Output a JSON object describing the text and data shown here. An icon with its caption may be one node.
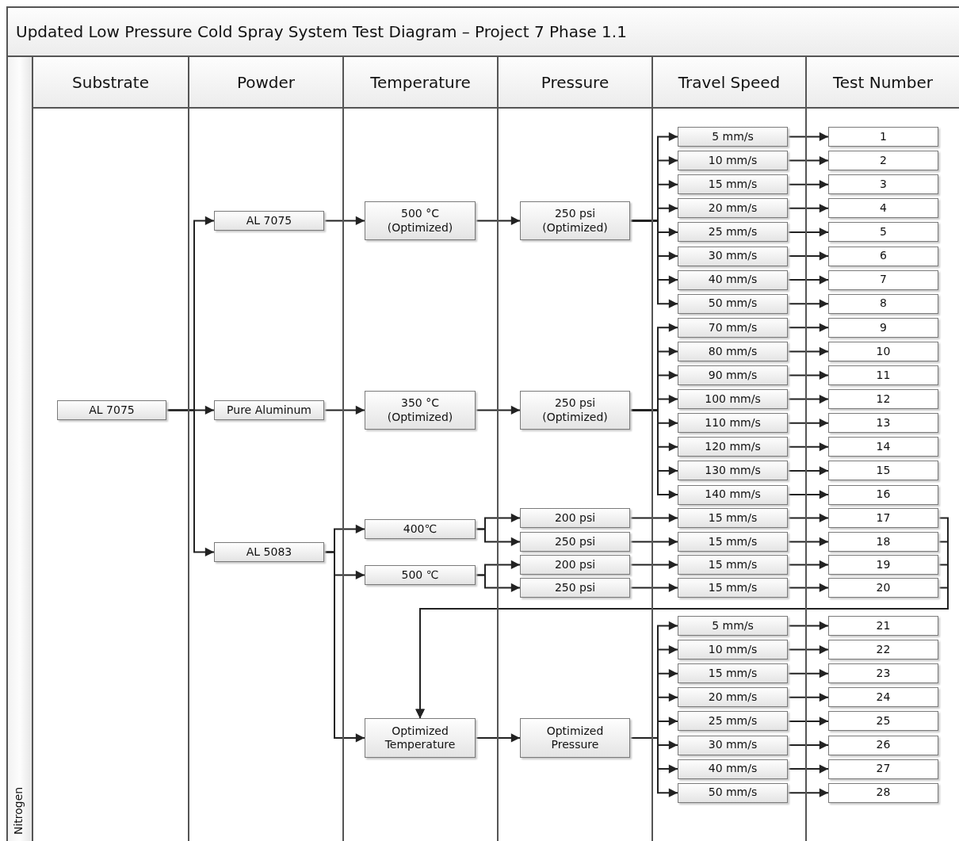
{
  "diagram": {
    "title": "Updated Low Pressure Cold Spray System Test Diagram – Project 7 Phase 1.1",
    "nodes": [
      {
        "text": [
          "Substrate"
        ]
      },
      {
        "text": [
          "Powder"
        ]
      },
      {
        "text": [
          "Temperature"
        ]
      },
      {
        "text": [
          "Pressure"
        ]
      },
      {
        "text": [
          "Travel Speed"
        ]
      },
      {
        "text": [
          "Test Number"
        ]
      },
      {
        "text": [
          "Nitrogen"
        ]
      },
      {
        "text": [
          "AL 7075"
        ]
      },
      {
        "text": [
          "AL 7075"
        ]
      },
      {
        "text": [
          "Pure Aluminum"
        ]
      },
      {
        "text": [
          "AL 5083"
        ]
      },
      {
        "text": [
          "500 °C (Optimized)"
        ]
      },
      {
        "text": [
          "350 °C (Optimized)"
        ]
      },
      {
        "text": [
          "400℃"
        ]
      },
      {
        "text": [
          "500 ℃"
        ]
      },
      {
        "text": [
          "Optimized Temperature"
        ]
      },
      {
        "text": [
          "250 psi (Optimized)"
        ]
      },
      {
        "text": [
          "250 psi (Optimized)"
        ]
      },
      {
        "text": [
          "200 psi"
        ]
      },
      {
        "text": [
          "250 psi"
        ]
      },
      {
        "text": [
          "200 psi"
        ]
      },
      {
        "text": [
          "250 psi"
        ]
      },
      {
        "text": [
          "Optimized Pressure"
        ]
      },
      {
        "text": [
          "5 mm/s"
        ]
      },
      {
        "text": [
          "10 mm/s"
        ]
      },
      {
        "text": [
          "15 mm/s"
        ]
      },
      {
        "text": [
          "20 mm/s"
        ]
      },
      {
        "text": [
          "25 mm/s"
        ]
      },
      {
        "text": [
          "30 mm/s"
        ]
      },
      {
        "text": [
          "40 mm/s"
        ]
      },
      {
        "text": [
          "50 mm/s"
        ]
      },
      {
        "text": [
          "70 mm/s"
        ]
      },
      {
        "text": [
          "80 mm/s"
        ]
      },
      {
        "text": [
          "90 mm/s"
        ]
      },
      {
        "text": [
          "100 mm/s"
        ]
      },
      {
        "text": [
          "110 mm/s"
        ]
      },
      {
        "text": [
          "120 mm/s"
        ]
      },
      {
        "text": [
          "130 mm/s"
        ]
      },
      {
        "text": [
          "140 mm/s"
        ]
      },
      {
        "text": [
          "15 mm/s"
        ]
      },
      {
        "text": [
          "15 mm/s"
        ]
      },
      {
        "text": [
          "15 mm/s"
        ]
      },
      {
        "text": [
          "15 mm/s"
        ]
      },
      {
        "text": [
          "5 mm/s"
        ]
      },
      {
        "text": [
          "10 mm/s"
        ]
      },
      {
        "text": [
          "15 mm/s"
        ]
      },
      {
        "text": [
          "20 mm/s"
        ]
      },
      {
        "text": [
          "25 mm/s"
        ]
      },
      {
        "text": [
          "30 mm/s"
        ]
      },
      {
        "text": [
          "40 mm/s"
        ]
      },
      {
        "text": [
          "50 mm/s"
        ]
      },
      {
        "text": [
          "1"
        ]
      },
      {
        "text": [
          "2"
        ]
      },
      {
        "text": [
          "3"
        ]
      },
      {
        "text": [
          "4"
        ]
      },
      {
        "text": [
          "5"
        ]
      },
      {
        "text": [
          "6"
        ]
      },
      {
        "text": [
          "7"
        ]
      },
      {
        "text": [
          "8"
        ]
      },
      {
        "text": [
          "9"
        ]
      },
      {
        "text": [
          "10"
        ]
      },
      {
        "text": [
          "11"
        ]
      },
      {
        "text": [
          "12"
        ]
      },
      {
        "text": [
          "13"
        ]
      },
      {
        "text": [
          "14"
        ]
      },
      {
        "text": [
          "15"
        ]
      },
      {
        "text": [
          "16"
        ]
      },
      {
        "text": [
          "17"
        ]
      },
      {
        "text": [
          "18"
        ]
      },
      {
        "text": [
          "19"
        ]
      },
      {
        "text": [
          "20"
        ]
      },
      {
        "text": [
          "21"
        ]
      },
      {
        "text": [
          "22"
        ]
      },
      {
        "text": [
          "23"
        ]
      },
      {
        "text": [
          "24"
        ]
      },
      {
        "text": [
          "25"
        ]
      },
      {
        "text": [
          "26"
        ]
      },
      {
        "text": [
          "27"
        ]
      },
      {
        "text": [
          "28"
        ]
      }
    ],
    "edges": [
      {
        "from": 7,
        "to": 8,
        "arrow": "to"
      },
      {
        "from": 7,
        "to": 9,
        "arrow": "to"
      },
      {
        "from": 7,
        "to": 10,
        "arrow": "to"
      },
      {
        "from": 8,
        "to": 11,
        "arrow": "to"
      },
      {
        "from": 9,
        "to": 12,
        "arrow": "to"
      },
      {
        "from": 10,
        "to": 13,
        "arrow": "to"
      },
      {
        "from": 10,
        "to": 14,
        "arrow": "to"
      },
      {
        "from": 10,
        "to": 15,
        "arrow": "to"
      },
      {
        "from": 11,
        "to": 16,
        "arrow": "to"
      },
      {
        "from": 12,
        "to": 17,
        "arrow": "to"
      },
      {
        "from": 13,
        "to": 18,
        "arrow": "to"
      },
      {
        "from": 13,
        "to": 19,
        "arrow": "to"
      },
      {
        "from": 14,
        "to": 20,
        "arrow": "to"
      },
      {
        "from": 14,
        "to": 21,
        "arrow": "to"
      },
      {
        "from": 15,
        "to": 22,
        "arrow": "to"
      },
      {
        "from": 16,
        "to": 23,
        "arrow": "to"
      },
      {
        "from": 16,
        "to": 24,
        "arrow": "to"
      },
      {
        "from": 16,
        "to": 25,
        "arrow": "to"
      },
      {
        "from": 16,
        "to": 26,
        "arrow": "to"
      },
      {
        "from": 16,
        "to": 27,
        "arrow": "to"
      },
      {
        "from": 16,
        "to": 28,
        "arrow": "to"
      },
      {
        "from": 16,
        "to": 29,
        "arrow": "to"
      },
      {
        "from": 16,
        "to": 30,
        "arrow": "to"
      },
      {
        "from": 17,
        "to": 31,
        "arrow": "to"
      },
      {
        "from": 17,
        "to": 32,
        "arrow": "to"
      },
      {
        "from": 17,
        "to": 33,
        "arrow": "to"
      },
      {
        "from": 17,
        "to": 34,
        "arrow": "to"
      },
      {
        "from": 17,
        "to": 35,
        "arrow": "to"
      },
      {
        "from": 17,
        "to": 36,
        "arrow": "to"
      },
      {
        "from": 17,
        "to": 37,
        "arrow": "to"
      },
      {
        "from": 17,
        "to": 38,
        "arrow": "to"
      },
      {
        "from": 18,
        "to": 39,
        "arrow": "to"
      },
      {
        "from": 19,
        "to": 40,
        "arrow": "to"
      },
      {
        "from": 20,
        "to": 41,
        "arrow": "to"
      },
      {
        "from": 21,
        "to": 42,
        "arrow": "to"
      },
      {
        "from": 22,
        "to": 43,
        "arrow": "to"
      },
      {
        "from": 22,
        "to": 44,
        "arrow": "to"
      },
      {
        "from": 22,
        "to": 45,
        "arrow": "to"
      },
      {
        "from": 22,
        "to": 46,
        "arrow": "to"
      },
      {
        "from": 22,
        "to": 47,
        "arrow": "to"
      },
      {
        "from": 22,
        "to": 48,
        "arrow": "to"
      },
      {
        "from": 22,
        "to": 49,
        "arrow": "to"
      },
      {
        "from": 22,
        "to": 50,
        "arrow": "to"
      },
      {
        "from": 23,
        "to": 51,
        "arrow": "to"
      },
      {
        "from": 24,
        "to": 52,
        "arrow": "to"
      },
      {
        "from": 25,
        "to": 53,
        "arrow": "to"
      },
      {
        "from": 26,
        "to": 54,
        "arrow": "to"
      },
      {
        "from": 27,
        "to": 55,
        "arrow": "to"
      },
      {
        "from": 28,
        "to": 56,
        "arrow": "to"
      },
      {
        "from": 29,
        "to": 57,
        "arrow": "to"
      },
      {
        "from": 30,
        "to": 58,
        "arrow": "to"
      },
      {
        "from": 31,
        "to": 59,
        "arrow": "to"
      },
      {
        "from": 32,
        "to": 60,
        "arrow": "to"
      },
      {
        "from": 33,
        "to": 61,
        "arrow": "to"
      },
      {
        "from": 34,
        "to": 62,
        "arrow": "to"
      },
      {
        "from": 35,
        "to": 63,
        "arrow": "to"
      },
      {
        "from": 36,
        "to": 64,
        "arrow": "to"
      },
      {
        "from": 37,
        "to": 65,
        "arrow": "to"
      },
      {
        "from": 38,
        "to": 66,
        "arrow": "to"
      },
      {
        "from": 39,
        "to": 67,
        "arrow": "to"
      },
      {
        "from": 40,
        "to": 68,
        "arrow": "to"
      },
      {
        "from": 41,
        "to": 69,
        "arrow": "to"
      },
      {
        "from": 42,
        "to": 70,
        "arrow": "to"
      },
      {
        "from": 43,
        "to": 71,
        "arrow": "to"
      },
      {
        "from": 44,
        "to": 72,
        "arrow": "to"
      },
      {
        "from": 45,
        "to": 73,
        "arrow": "to"
      },
      {
        "from": 46,
        "to": 74,
        "arrow": "to"
      },
      {
        "from": 47,
        "to": 75,
        "arrow": "to"
      },
      {
        "from": 48,
        "to": 76,
        "arrow": "to"
      },
      {
        "from": 49,
        "to": 77,
        "arrow": "to"
      },
      {
        "from": 50,
        "to": 78,
        "arrow": "to"
      },
      {
        "from": 67,
        "to": 15,
        "arrow": "to"
      },
      {
        "from": 68,
        "to": 15,
        "arrow": "to"
      },
      {
        "from": 69,
        "to": 15,
        "arrow": "to"
      },
      {
        "from": 70,
        "to": 15,
        "arrow": "to"
      }
    ]
  }
}
